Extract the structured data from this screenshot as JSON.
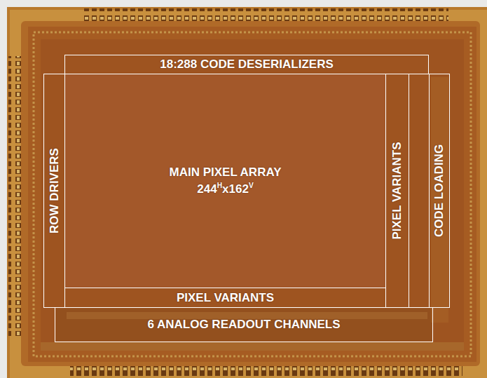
{
  "diagram": {
    "nodes": [
      {
        "text": [
          "18:288 CODE DESERIALIZERS"
        ]
      },
      {
        "text": [
          "ROW DRIVERS"
        ]
      },
      {
        "text": [
          "MAIN PIXEL ARRAY",
          "244Hx162V"
        ]
      },
      {
        "text": [
          "PIXEL VARIANTS"
        ]
      },
      {
        "text": [
          "CODE LOADING"
        ]
      },
      {
        "text": [
          "PIXEL VARIANTS"
        ]
      },
      {
        "text": [
          "6 ANALOG READOUT CHANNELS"
        ]
      }
    ]
  }
}
